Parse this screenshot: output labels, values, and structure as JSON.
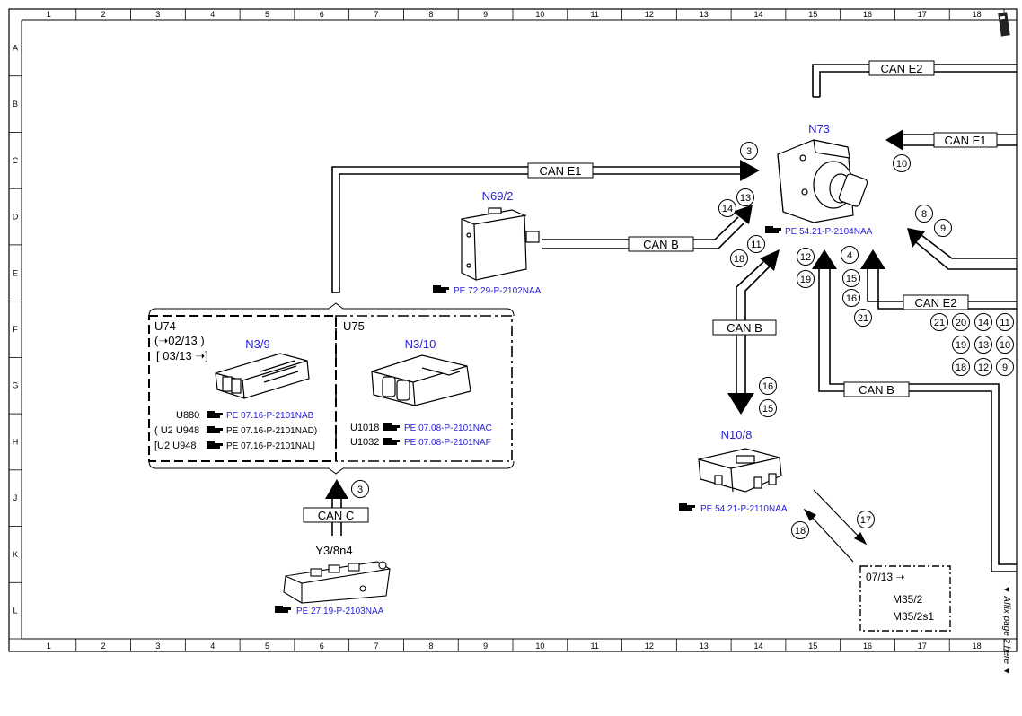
{
  "grid": {
    "columns": [
      "1",
      "2",
      "3",
      "4",
      "5",
      "6",
      "7",
      "8",
      "9",
      "10",
      "11",
      "12",
      "13",
      "14",
      "15",
      "16",
      "17",
      "18"
    ],
    "rows": [
      "A",
      "B",
      "C",
      "D",
      "E",
      "F",
      "G",
      "H",
      "J",
      "K",
      "L"
    ]
  },
  "side_note": "▼ Affix page 2 here ▼",
  "bus_labels": {
    "can_e2_top": "CAN E2",
    "can_e1_right": "CAN E1",
    "can_e1_main": "CAN E1",
    "can_b_n69": "CAN B",
    "can_b_vertical": "CAN B",
    "can_e2_mid": "CAN E2",
    "can_b_lower": "CAN B",
    "can_c": "CAN C"
  },
  "components": {
    "n73": {
      "label": "N73",
      "ref": "PE 54.21-P-2104NAA"
    },
    "n69_2": {
      "label": "N69/2",
      "ref": "PE 72.29-P-2102NAA"
    },
    "n10_8": {
      "label": "N10/8",
      "ref": "PE 54.21-P-2110NAA"
    },
    "y3_8n4": {
      "label": "Y3/8n4",
      "ref": "PE 27.19-P-2103NAA"
    }
  },
  "u74": {
    "title": "U74",
    "date1": "(➝02/13 )",
    "date2": "[ 03/13 ➝]",
    "device": "N3/9",
    "rows": [
      {
        "code": "U880",
        "ref": "PE 07.16-P-2101NAB"
      },
      {
        "code": "( U2  U948",
        "ref": "PE 07.16-P-2101NAD)"
      },
      {
        "code": "[U2  U948",
        "ref": "PE 07.16-P-2101NAL]"
      }
    ]
  },
  "u75": {
    "title": "U75",
    "device": "N3/10",
    "rows": [
      {
        "code": "U1018",
        "ref": "PE 07.08-P-2101NAC"
      },
      {
        "code": "U1032",
        "ref": "PE 07.08-P-2101NAF"
      }
    ]
  },
  "m35_box": {
    "date": "07/13 ➝",
    "line1": "M35/2",
    "line2": "M35/2s1"
  },
  "callouts": {
    "c3_top": "3",
    "c10": "10",
    "c13": "13",
    "c14": "14",
    "c11": "11",
    "c18_n73": "18",
    "c8": "8",
    "c9": "9",
    "c12": "12",
    "c19": "19",
    "c4": "4",
    "c15": "15",
    "c16": "16",
    "c21": "21",
    "g21": "21",
    "g20": "20",
    "g14": "14",
    "g11": "11",
    "g19": "19",
    "g13": "13",
    "g10": "10",
    "g18": "18",
    "g12": "12",
    "g9": "9",
    "c16_low": "16",
    "c15_low": "15",
    "c3_canc": "3",
    "c17": "17",
    "c18_low": "18"
  },
  "colors": {
    "ref_text": "#2a22d6",
    "line": "#000000"
  }
}
